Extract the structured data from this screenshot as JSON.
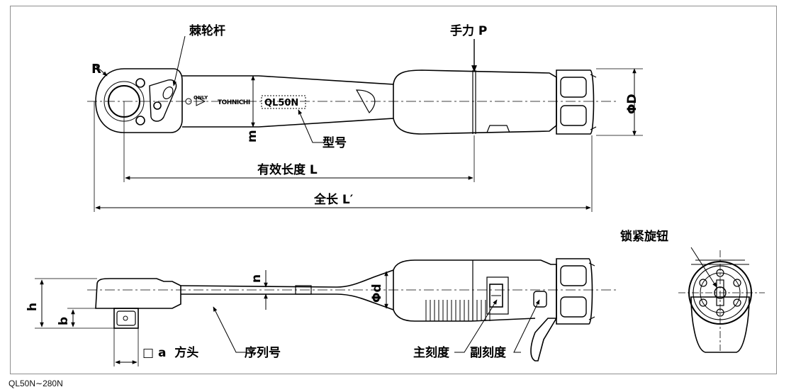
{
  "labels": {
    "ratchet_lever": "棘轮杆",
    "hand_force": "手力 P",
    "radius": "R",
    "dim_m": "m",
    "dia_D": "ΦD",
    "model": "型号",
    "effective_length": "有效长度 L",
    "total_length": "全长 L′",
    "lock_knob": "锁紧旋钮",
    "dim_n": "n",
    "dia_d": "Φd",
    "dim_h": "h",
    "dim_b": "b",
    "square_drive": "□ a  方头",
    "serial_number": "序列号",
    "main_scale": "主刻度",
    "sub_scale": "副刻度"
  },
  "product": {
    "only_mark": "ONLY",
    "brand_mark": "TOHNICHI",
    "model_mark": "QL50N"
  },
  "caption": "QL50N∼280N"
}
